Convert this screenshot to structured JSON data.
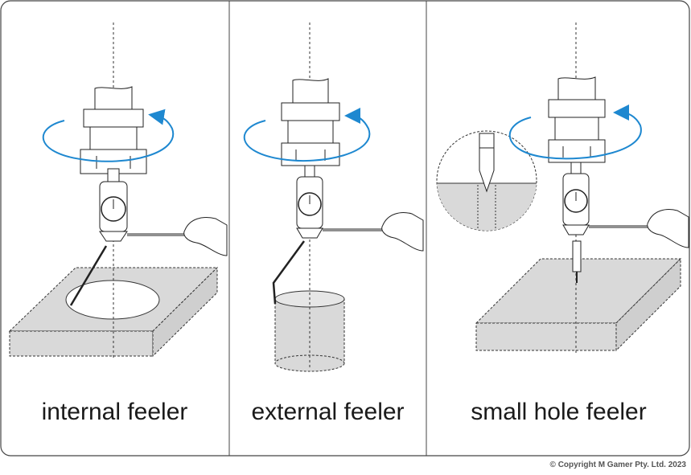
{
  "panels": [
    {
      "caption": "internal feeler"
    },
    {
      "caption": "external feeler"
    },
    {
      "caption": "small hole feeler"
    }
  ],
  "copyright": "© Copyright M Gamer Pty. Ltd. 2023",
  "colors": {
    "rotation_arrow": "#1e88d0",
    "workpiece": "#d9d9d9",
    "outline": "#222222",
    "frame": "#444444"
  }
}
